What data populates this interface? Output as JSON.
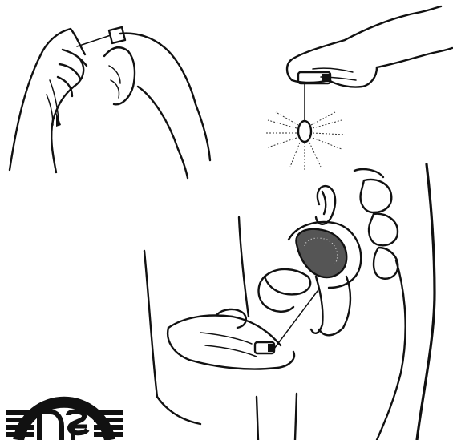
{
  "illustration": {
    "panels": [
      {
        "name": "hands-opening-applicator"
      },
      {
        "name": "hand-spraying-swab"
      },
      {
        "name": "pelvic-cross-section-insertion"
      }
    ]
  },
  "logo": {
    "text": "DSE",
    "ink_color": "#111111"
  },
  "colors": {
    "ink": "#111111",
    "background": "#ffffff"
  }
}
